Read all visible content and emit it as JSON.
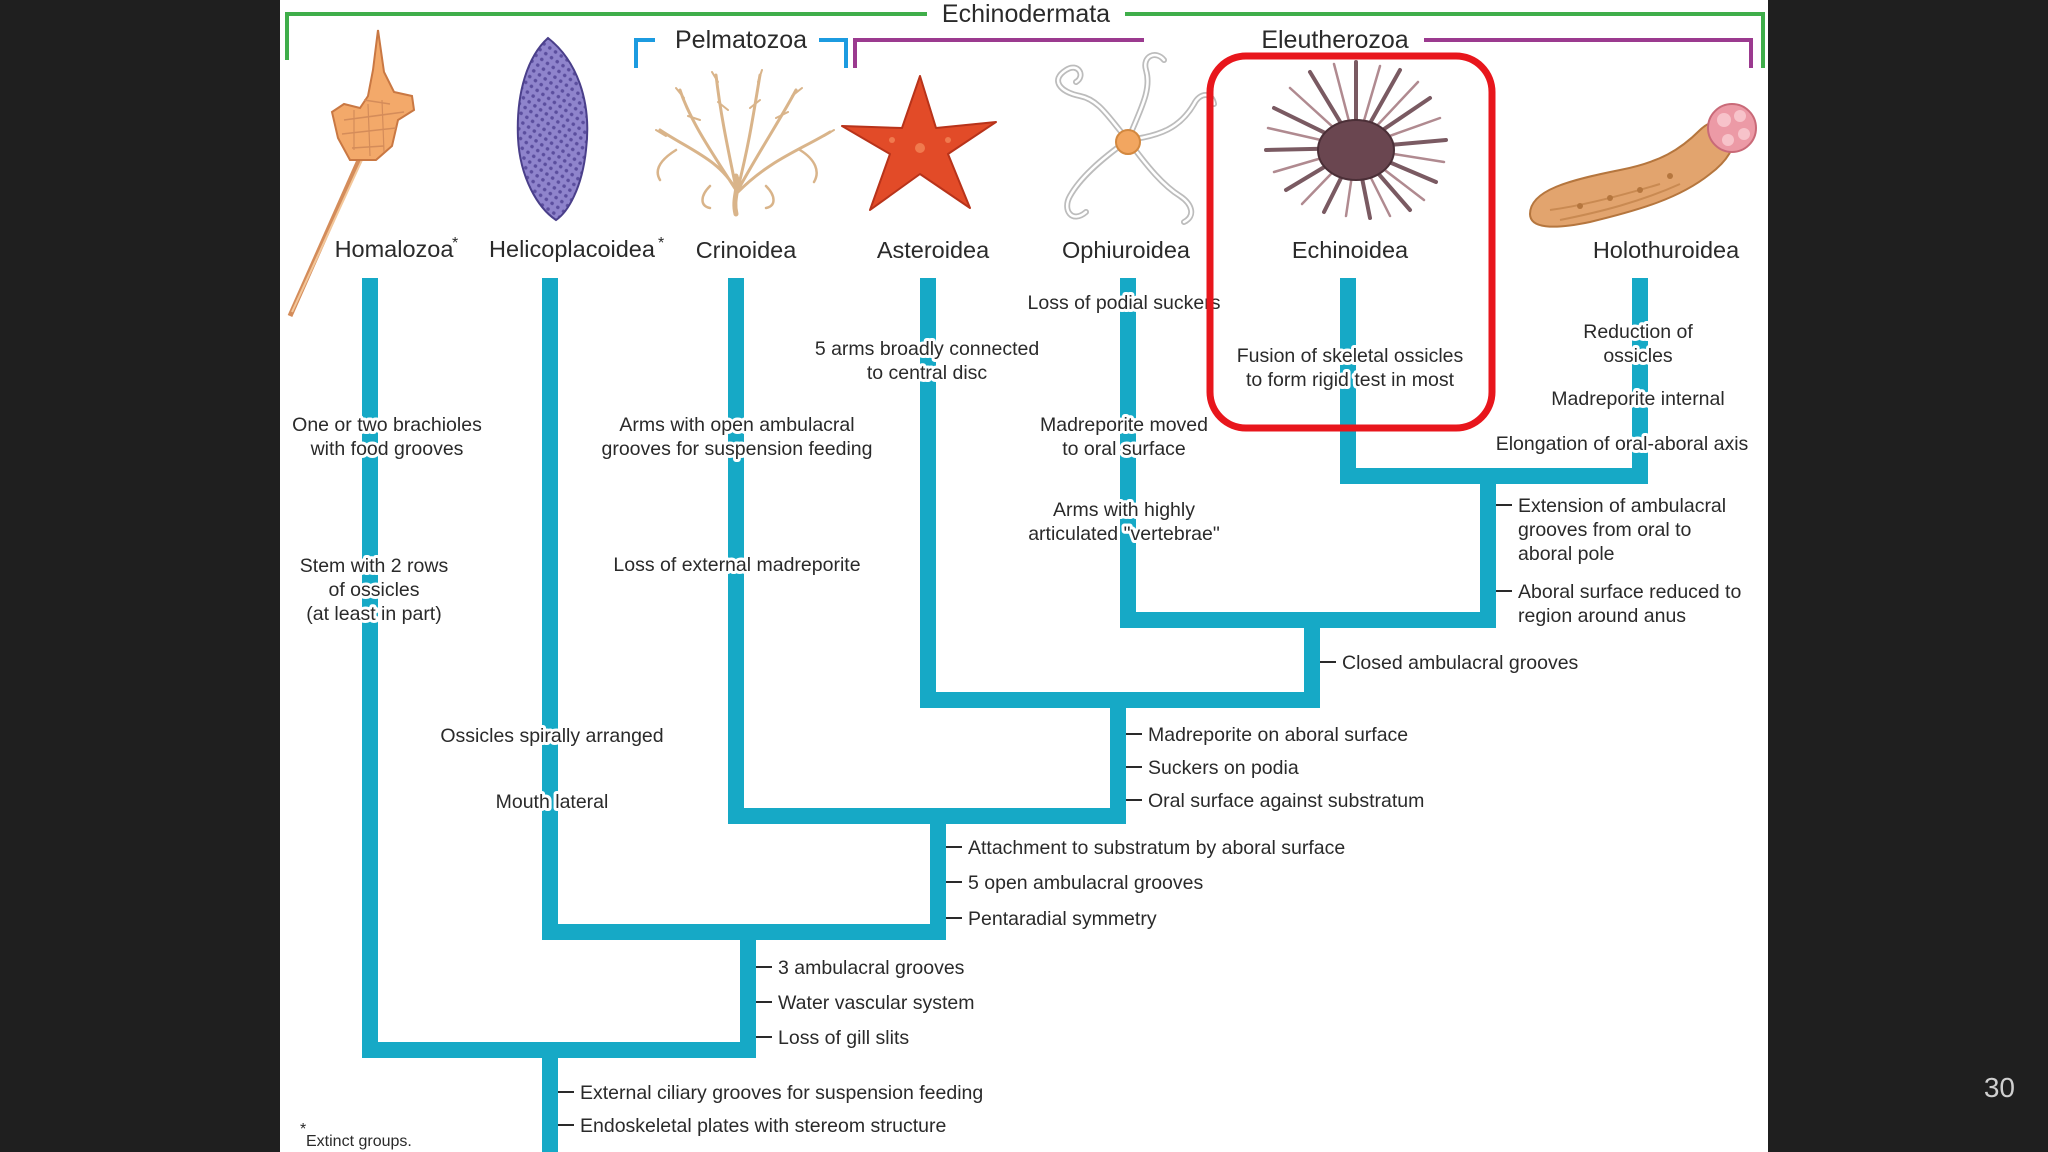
{
  "slide_number": "30",
  "groups": {
    "echinodermata": "Echinodermata",
    "pelmatozoa": "Pelmatozoa",
    "eleutherozoa": "Eleutherozoa"
  },
  "taxa": {
    "homalozoa": "Homalozoa",
    "helicoplacoidea": "Helicoplacoidea",
    "crinoidea": "Crinoidea",
    "asteroidea": "Asteroidea",
    "ophiuroidea": "Ophiuroidea",
    "echinoidea": "Echinoidea",
    "holothuroidea": "Holothuroidea"
  },
  "extinct_mark": "*",
  "traits": {
    "homalozoa_1": [
      "One or two brachioles",
      "with food grooves"
    ],
    "homalozoa_2": [
      "Stem with 2 rows",
      "of ossicles",
      "(at least in part)"
    ],
    "helico_1": "Ossicles spirally arranged",
    "helico_2": "Mouth lateral",
    "crinoid_1": [
      "Arms with open ambulacral",
      "grooves for suspension feeding"
    ],
    "crinoid_2": "Loss of external madreporite",
    "aster_1": [
      "5 arms broadly connected",
      "to central disc"
    ],
    "ophiur_1": "Loss of podial suckers",
    "ophiur_2": [
      "Madreporite moved",
      "to oral surface"
    ],
    "ophiur_3": [
      "Arms with highly",
      "articulated \"vertebrae\""
    ],
    "echin_1": [
      "Fusion of skeletal ossicles",
      "to form rigid test in most"
    ],
    "holo_1": [
      "Reduction of",
      "ossicles"
    ],
    "holo_2": "Madreporite internal",
    "holo_3": "Elongation of oral-aboral axis",
    "node_echin_holo": [
      "Extension of ambulacral",
      "grooves from oral to",
      "aboral pole"
    ],
    "node_oph_echin": [
      "Aboral surface reduced to",
      "region around anus"
    ],
    "node_eleuth": "Closed ambulacral grooves",
    "node_aster": [
      "Madreporite on aboral surface",
      "Suckers on podia",
      "Oral surface against substratum"
    ],
    "node_pent": [
      "Attachment to substratum by aboral surface",
      "5 open ambulacral grooves",
      "Pentaradial symmetry"
    ],
    "node_echino": [
      "3 ambulacral grooves",
      "Water vascular system",
      "Loss of gill slits"
    ],
    "node_root": [
      "External ciliary grooves for suspension feeding",
      "Endoskeletal plates with stereom structure"
    ]
  },
  "footnote": "Extinct groups.",
  "colors": {
    "branch": "#16a9c6",
    "echinodermata_bracket": "#3fae4a",
    "pelmatozoa_bracket": "#1c9be0",
    "eleutherozoa_bracket": "#9b3a8f",
    "highlight": "#e8161c"
  },
  "highlight_target": "Echinoidea",
  "icons": [
    "homalozoan-fossil-icon",
    "helicoplacoid-icon",
    "crinoid-icon",
    "sea-star-icon",
    "brittle-star-icon",
    "sea-urchin-icon",
    "sea-cucumber-icon"
  ]
}
